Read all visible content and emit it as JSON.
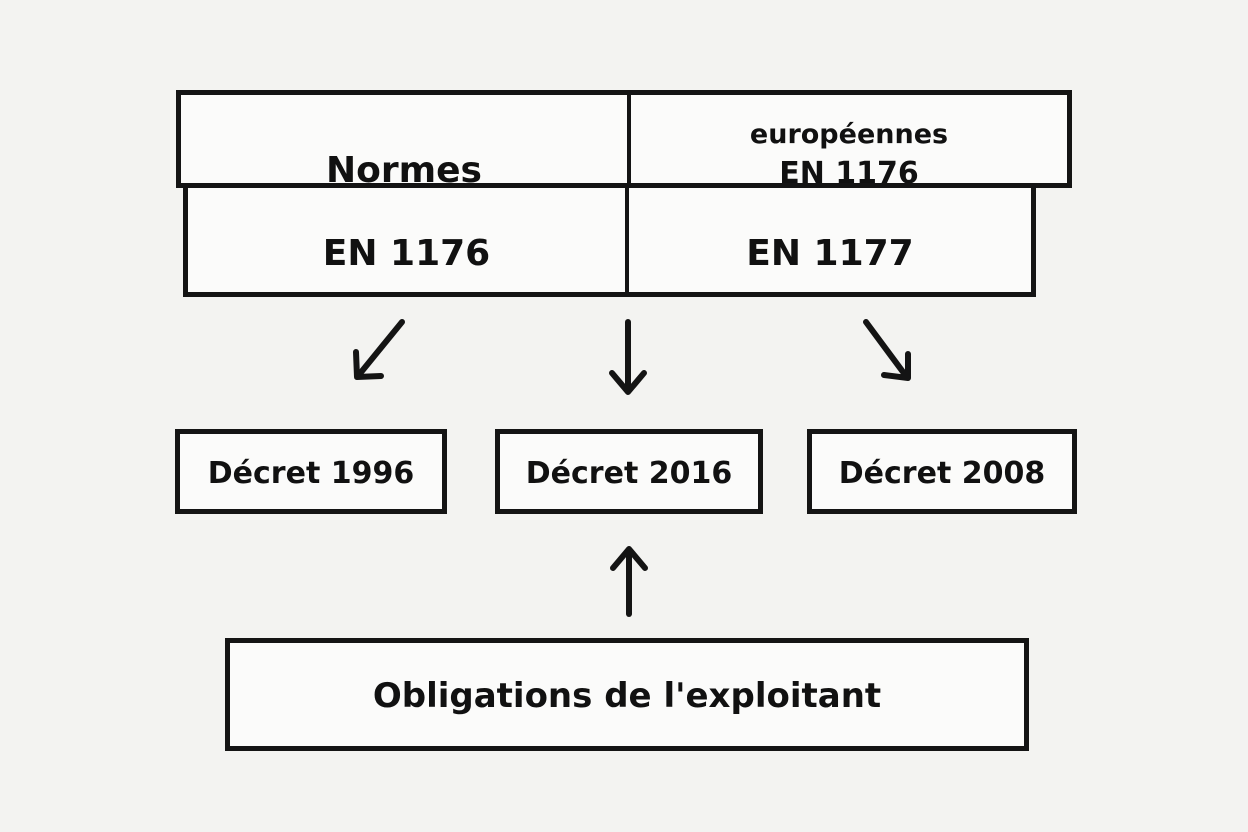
{
  "header_top": {
    "left": "Normes",
    "right_line1": "européennes",
    "right_line2": "EN 1176"
  },
  "header_bottom": {
    "left": "EN 1176",
    "right": "EN 1177"
  },
  "decrees": {
    "left": "Décret 1996",
    "center": "Décret 2016",
    "right": "Décret 2008"
  },
  "obligations": "Obligations de l'exploitant"
}
